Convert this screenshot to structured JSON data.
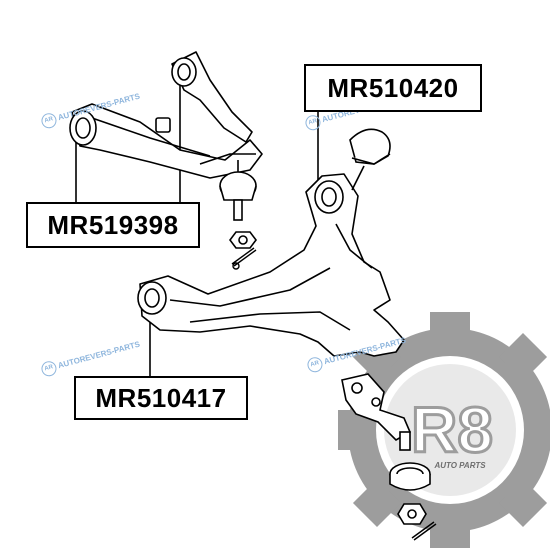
{
  "parts": {
    "upper_bushing": "MR519398",
    "lower_rear_bushing": "MR510420",
    "lower_front_bushing": "MR510417"
  },
  "watermark": "AUTOREVERS-PARTS",
  "watermark_badge": "AR",
  "logo": {
    "mark": "R8",
    "text": "AUTO PARTS"
  }
}
